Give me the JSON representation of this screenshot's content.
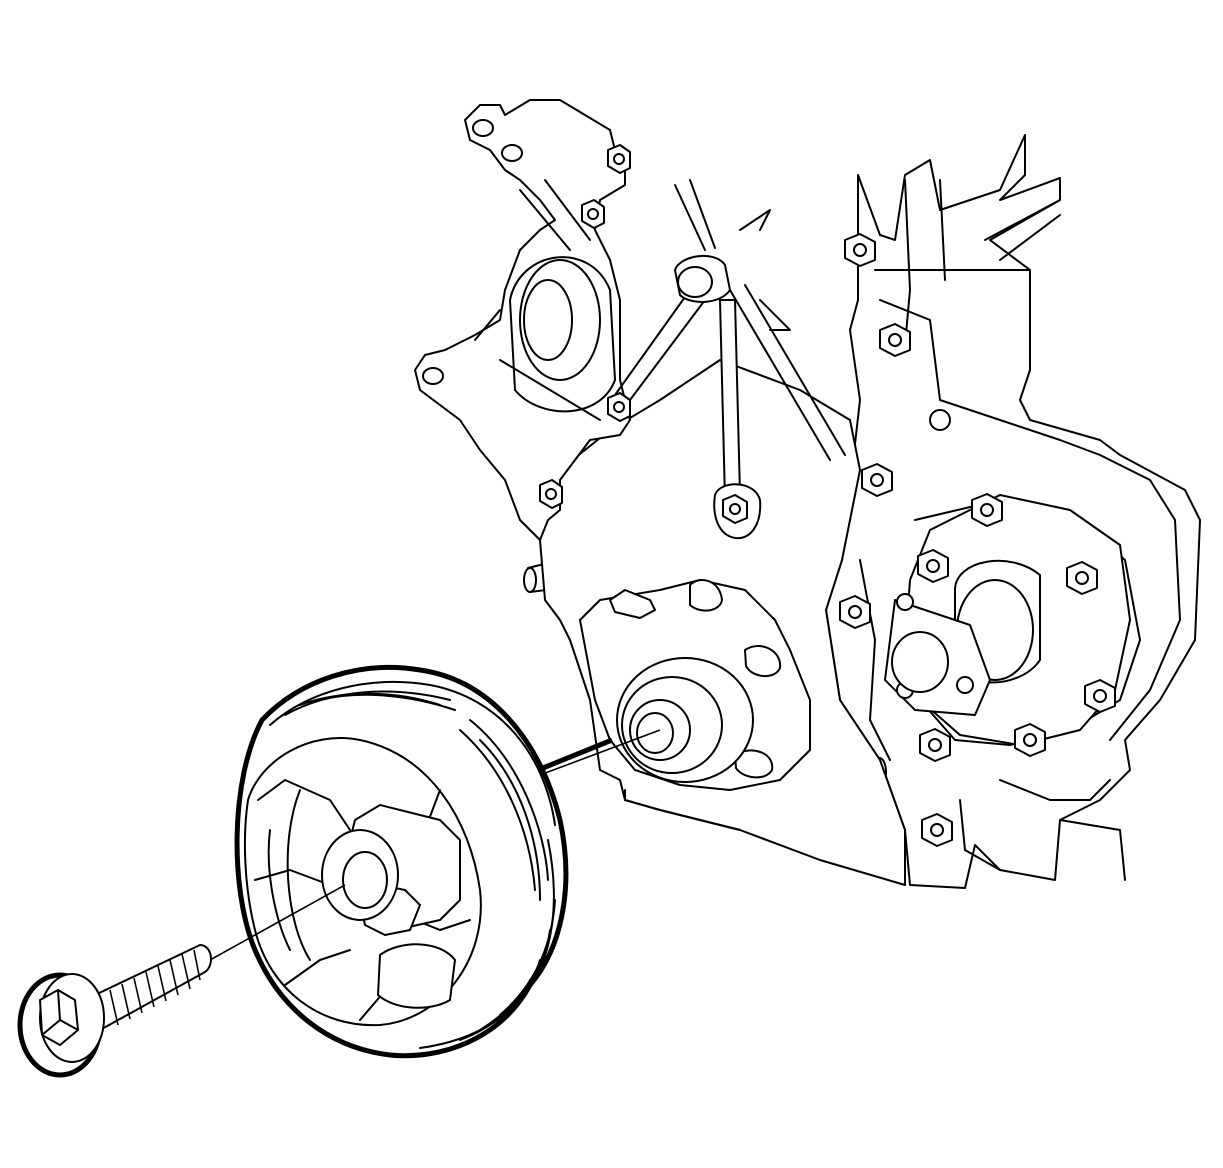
{
  "figure": {
    "kind": "line-art exploded view",
    "parts": [
      "engine-front-cover",
      "idler-bracket",
      "tensioner-arm",
      "oil-pump-flange",
      "crankshaft-balancer",
      "balancer-bolt"
    ],
    "stroke_color": "#000000",
    "background_color": "#ffffff"
  }
}
